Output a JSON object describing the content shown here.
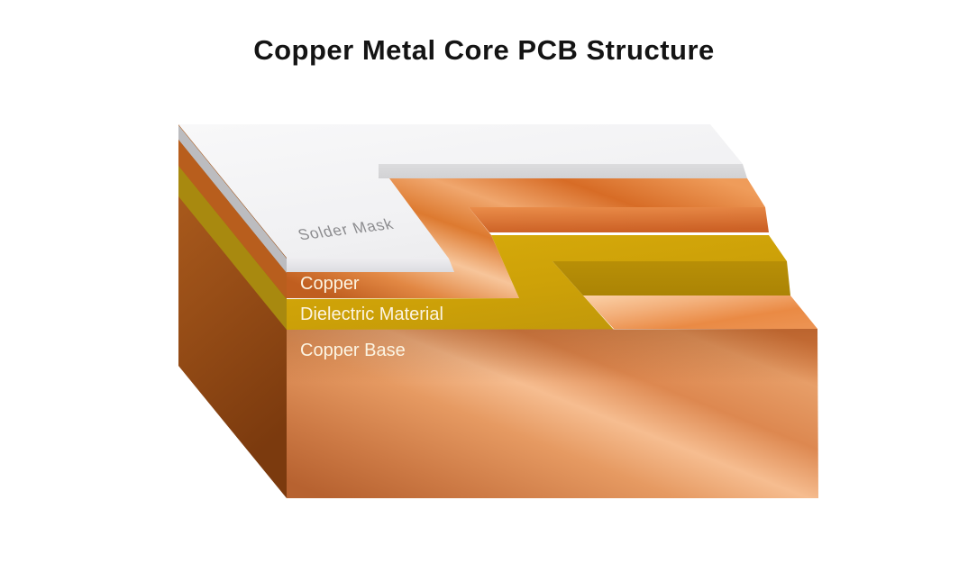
{
  "title": "Copper Metal Core PCB Structure",
  "diagram": {
    "type": "pcb-layer-stack-3d",
    "layers": [
      {
        "id": "solder-mask",
        "label": "Solder Mask",
        "color": "#f2f2f4",
        "label_color": "#8b8b8e"
      },
      {
        "id": "copper",
        "label": "Copper",
        "color": "#e08443",
        "label_color": "#fcf4e2"
      },
      {
        "id": "dielectric",
        "label": "Dielectric Material",
        "color": "#cfa408",
        "label_color": "#fcf4e2"
      },
      {
        "id": "copper-base",
        "label": "Copper Base",
        "color": "#d98950",
        "label_color": "#fcf4e2"
      }
    ],
    "side_face_color": "#96501a",
    "background_color": "#ffffff",
    "title_color": "#141414"
  }
}
